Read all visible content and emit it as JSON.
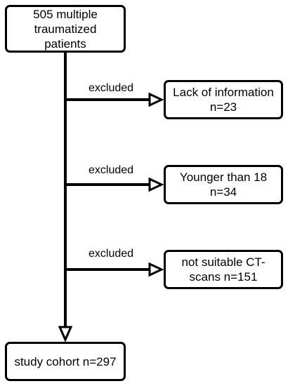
{
  "nodes": {
    "start": {
      "text": "505 multiple\ntraumatized\npatients"
    },
    "exclusion_1": {
      "text": "Lack of information\nn=23"
    },
    "exclusion_2": {
      "text": "Younger than 18\nn=34"
    },
    "exclusion_3": {
      "text": "not suitable CT-\nscans n=151"
    },
    "end": {
      "text": "study cohort n=297"
    }
  },
  "edges": {
    "exclusion_1_label": "excluded",
    "exclusion_2_label": "excluded",
    "exclusion_3_label": "excluded"
  },
  "colors": {
    "stroke": "#000000",
    "background": "#ffffff"
  }
}
